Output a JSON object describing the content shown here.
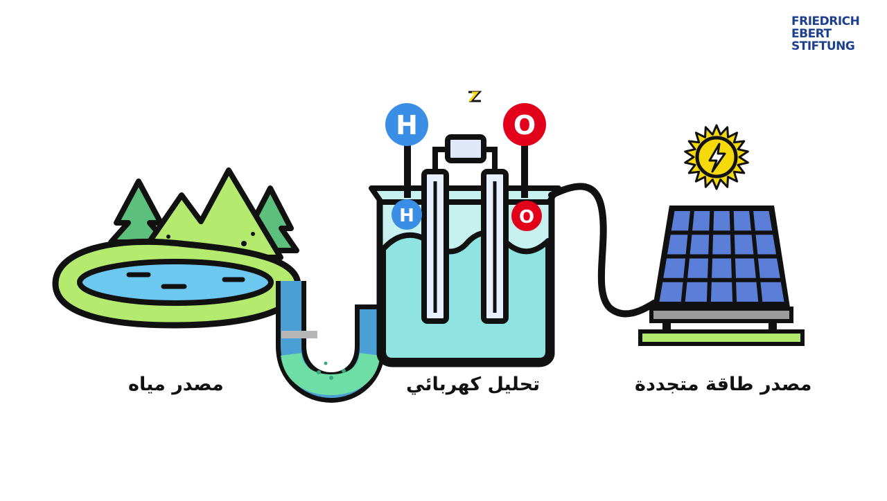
{
  "logo": {
    "line1": "FRIEDRICH",
    "line2": "EBERT",
    "line3": "STIFTUNG"
  },
  "labels": {
    "water_source": "مصدر مياه",
    "electrolysis": "تحليل كهربائي",
    "renewable_source": "مصدر طاقة متجددة"
  },
  "atoms": {
    "hydrogen_symbol": "H",
    "oxygen_symbol": "O"
  },
  "colors": {
    "outline": "#111111",
    "hydrogen": "#3a8ee6",
    "oxygen": "#e3001b",
    "water": "#8fe3e0",
    "lake_water": "#6cc8ee",
    "grass": "#b4ea6e",
    "tree": "#5cbf7c",
    "pipe": "#4a9fd4",
    "pipe_water": "#6fdea6",
    "panel": "#5b7ed8",
    "sun": "#f5d90a",
    "logo": "#1d3f8f"
  }
}
